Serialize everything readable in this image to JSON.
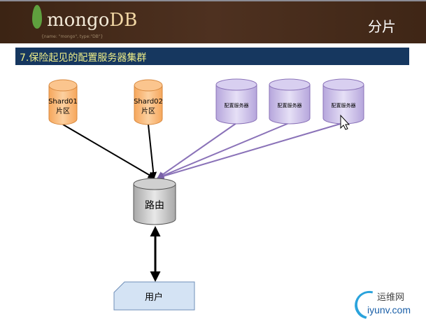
{
  "header": {
    "logo_mongo": "mongo",
    "logo_db": "DB",
    "tagline": "{name: \"mongo\", type:\"DB\"}",
    "title": "分片"
  },
  "slide_title": "7.保险起见的配置服务器集群",
  "nodes": {
    "shard01": {
      "line1": "Shard01",
      "line2": "片区"
    },
    "shard02": {
      "line1": "Shard02",
      "line2": "片区"
    },
    "config1": "配置服务器",
    "config2": "配置服务器",
    "config3": "配置服务器",
    "router": "路由",
    "user": "用户"
  },
  "colors": {
    "shard": "#f9b774",
    "config": "#c8bce6",
    "arrow_config": "#8a72b8",
    "router": "#c0c0c0",
    "user": "#d4e3f4"
  },
  "watermark": {
    "cn": "运维网",
    "en": "iyunv.com"
  }
}
